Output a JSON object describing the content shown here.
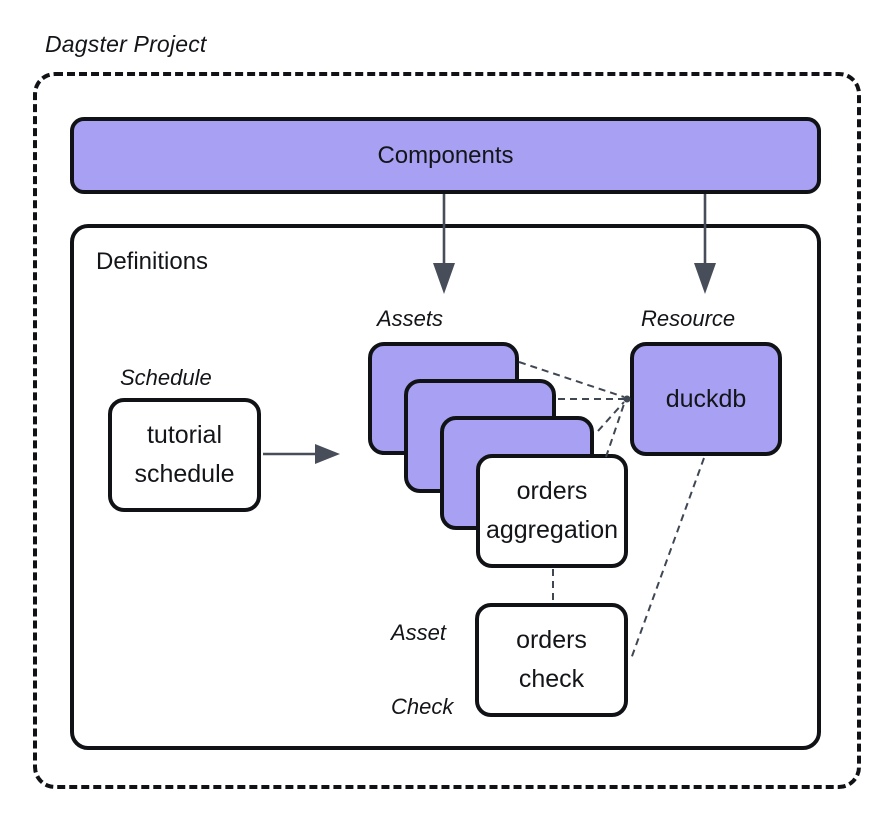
{
  "title": "Dagster Project",
  "colors": {
    "purple_fill": "#a8a0f2",
    "box_border": "#101216",
    "connector": "#3f4753",
    "arrow": "#474e5a",
    "text": "#131519",
    "background": "#ffffff"
  },
  "components": {
    "label": "Components"
  },
  "definitions": {
    "label": "Definitions"
  },
  "labels": {
    "schedule": "Schedule",
    "assets": "Assets",
    "resource": "Resource",
    "asset_check": {
      "line1": "Asset",
      "line2": "Check"
    }
  },
  "nodes": {
    "tutorial_schedule": {
      "line1": "tutorial",
      "line2": "schedule"
    },
    "orders_aggregation": {
      "line1": "orders",
      "line2": "aggregation"
    },
    "duckdb": {
      "label": "duckdb"
    },
    "orders_check": {
      "line1": "orders",
      "line2": "check"
    }
  }
}
